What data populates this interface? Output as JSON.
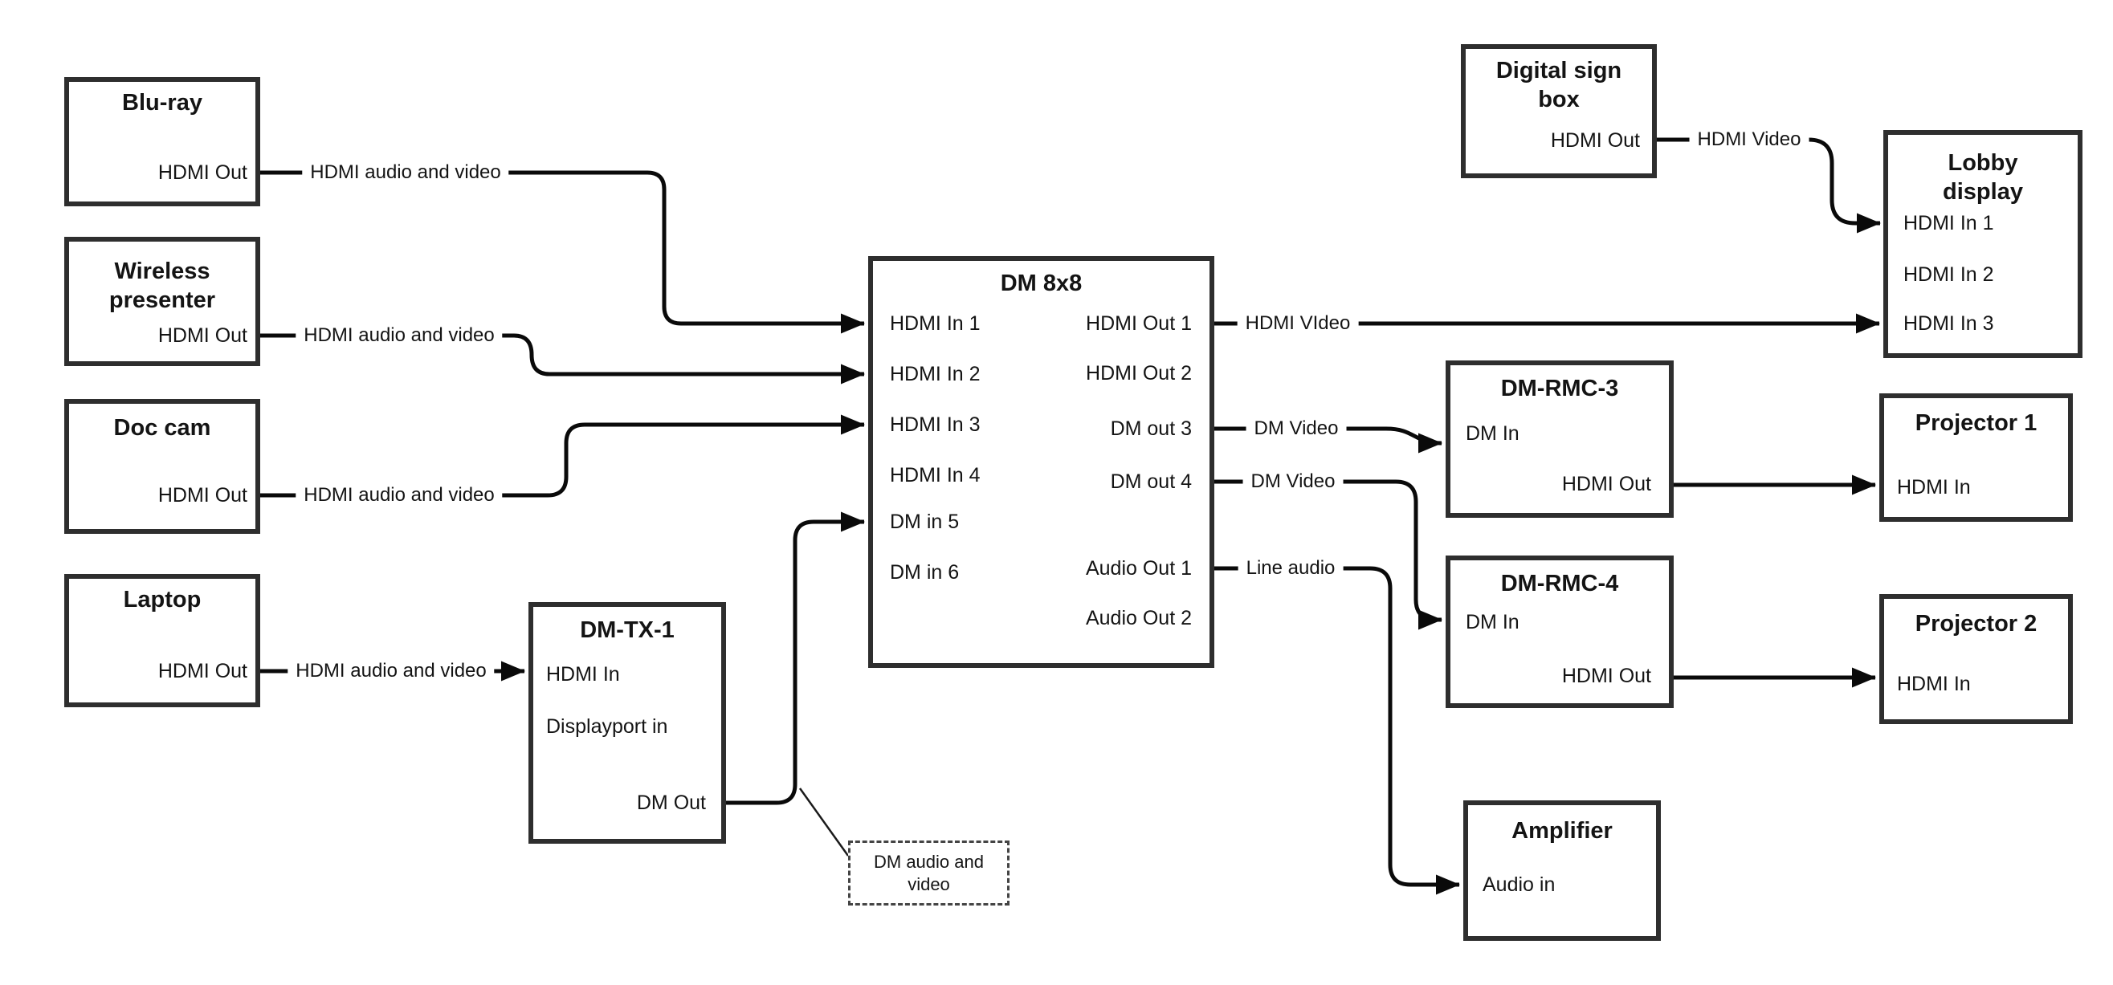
{
  "boxes": {
    "bluray": {
      "title": "Blu-ray",
      "port_hdmi_out": "HDMI Out"
    },
    "wireless": {
      "title": "Wireless presenter",
      "port_hdmi_out": "HDMI Out"
    },
    "doc_cam": {
      "title": "Doc cam",
      "port_hdmi_out": "HDMI Out"
    },
    "laptop": {
      "title": "Laptop",
      "port_hdmi_out": "HDMI Out"
    },
    "dm_tx_1": {
      "title": "DM-TX-1",
      "port_hdmi_in": "HDMI In",
      "port_displayport_in": "Displayport in",
      "port_dm_out": "DM Out"
    },
    "dm_8x8": {
      "title": "DM 8x8",
      "port_hdmi_in_1": "HDMI In 1",
      "port_hdmi_in_2": "HDMI In 2",
      "port_hdmi_in_3": "HDMI In 3",
      "port_hdmi_in_4": "HDMI In 4",
      "port_dm_in_5": "DM in 5",
      "port_dm_in_6": "DM in 6",
      "port_hdmi_out_1": "HDMI Out 1",
      "port_hdmi_out_2": "HDMI Out 2",
      "port_dm_out_3": "DM out 3",
      "port_dm_out_4": "DM out 4",
      "port_audio_out_1": "Audio Out 1",
      "port_audio_out_2": "Audio Out 2"
    },
    "digital_sign": {
      "title": "Digital sign box",
      "port_hdmi_out": "HDMI Out"
    },
    "lobby_display": {
      "title": "Lobby display",
      "port_hdmi_in_1": "HDMI In 1",
      "port_hdmi_in_2": "HDMI In 2",
      "port_hdmi_in_3": "HDMI In 3"
    },
    "dm_rmc_3": {
      "title": "DM-RMC-3",
      "port_dm_in": "DM In",
      "port_hdmi_out": "HDMI Out"
    },
    "projector_1": {
      "title": "Projector 1",
      "port_hdmi_in": "HDMI In"
    },
    "dm_rmc_4": {
      "title": "DM-RMC-4",
      "port_dm_in": "DM In",
      "port_hdmi_out": "HDMI Out"
    },
    "projector_2": {
      "title": "Projector 2",
      "port_hdmi_in": "HDMI In"
    },
    "amplifier": {
      "title": "Amplifier",
      "port_audio_in": "Audio in"
    }
  },
  "wire_labels": {
    "bluray_to_dm8x8": "HDMI audio and video",
    "wireless_to_dm8x8": "HDMI audio and video",
    "doccam_to_dm8x8": "HDMI audio and video",
    "laptop_to_dmtx1": "HDMI audio and video",
    "digital_sign_to_lobby": "HDMI Video",
    "hdmi_out_1_to_lobby": "HDMI VIdeo",
    "dm_out_3_to_rmc3": "DM Video",
    "dm_out_4_to_rmc4": "DM Video",
    "audio_out_1_to_amp": "Line audio"
  },
  "callout": {
    "text": "DM audio and video"
  },
  "colors": {
    "wire": "#0a0a0a",
    "box_border": "#2e2e2e",
    "text": "#141414",
    "background": "#ffffff"
  }
}
